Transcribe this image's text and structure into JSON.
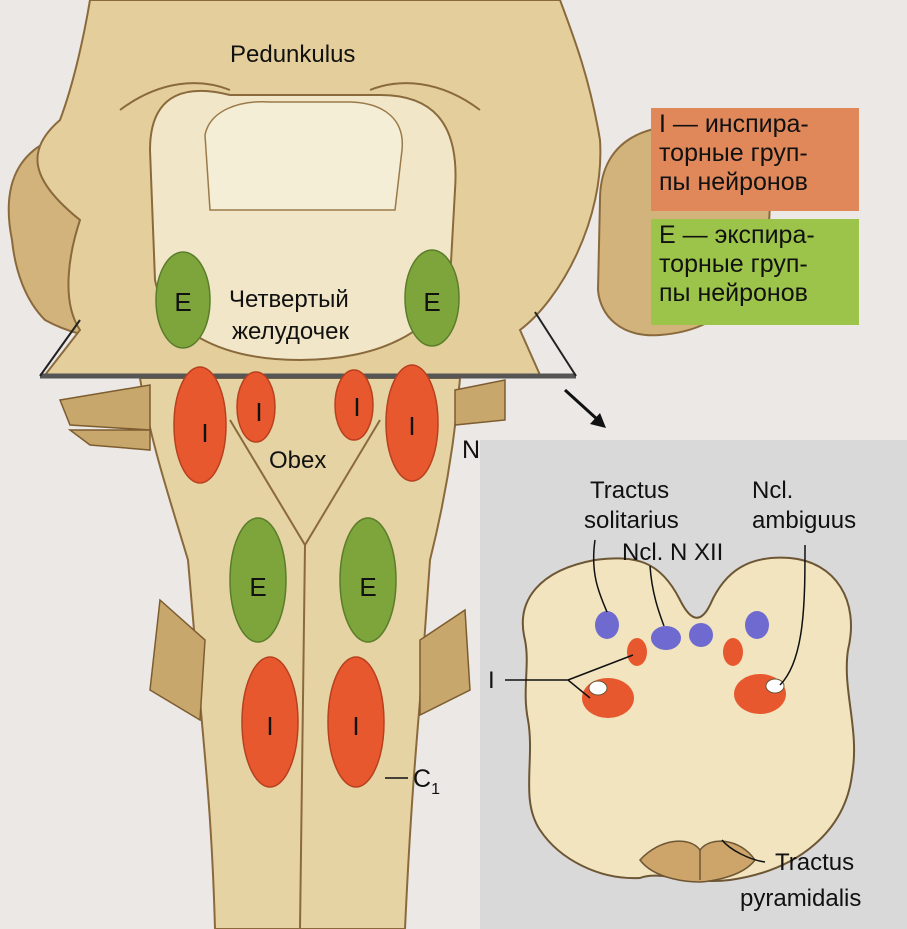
{
  "colors": {
    "inspiratory": "#e8582e",
    "expiratory": "#7ea43c",
    "legend_inspiratory_bg": "#e0885a",
    "legend_expiratory_bg": "#9cc44a",
    "tissue": "#ece0b8",
    "tissue_dark": "#c9a873",
    "inset_bg": "#dcdcdc",
    "nucleus_blue": "#6e6ad0"
  },
  "labels": {
    "pedunkulus": "Pedunkulus",
    "fourth_ventricle_line1": "Четвертый",
    "fourth_ventricle_line2": "желудочек",
    "obex": "Obex",
    "nerves": "Nn IX, X",
    "c1_base": "C",
    "c1_sub": "1",
    "expiratory_mark": "E",
    "inspiratory_mark": "I"
  },
  "legend": {
    "inspiratory": [
      "I — инспира-",
      "торные груп-",
      "пы нейронов"
    ],
    "expiratory": [
      "E — экспира-",
      "торные груп-",
      "пы нейронов"
    ]
  },
  "inset": {
    "tractus_solitarius": [
      "Tractus",
      "solitarius"
    ],
    "ncl_ambiguus": [
      "Ncl.",
      "ambiguus"
    ],
    "ncl_n_xii": "Ncl. N XII",
    "i_label": "I",
    "tractus_pyramidalis": [
      "Tractus",
      "pyramidalis"
    ]
  }
}
